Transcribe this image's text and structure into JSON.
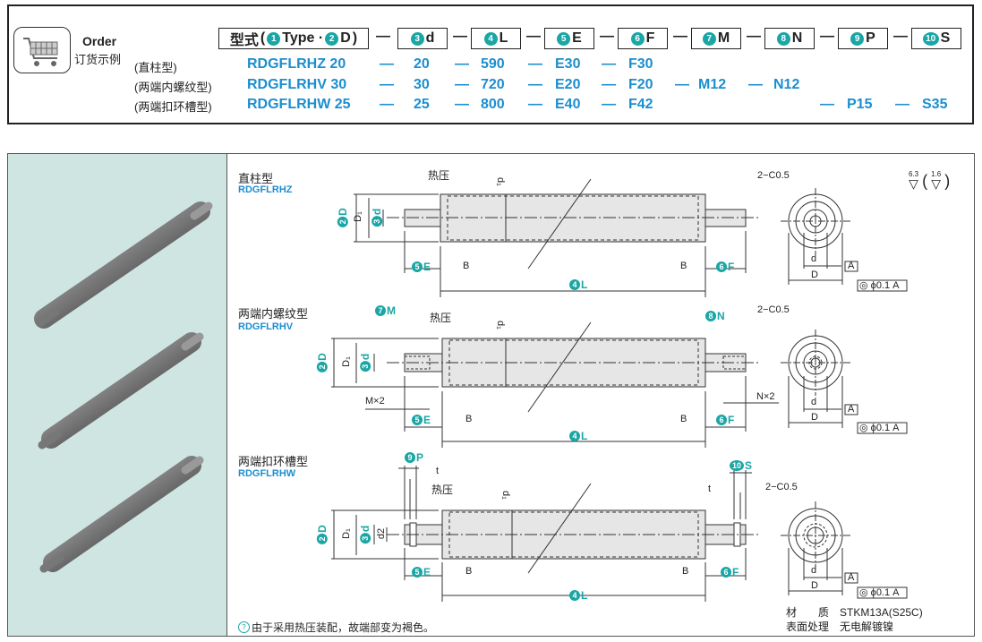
{
  "order": {
    "title": "Order",
    "subtitle": "订货示例",
    "format_label": "型式",
    "format_parts": {
      "type_d": {
        "n1": "1",
        "t1": "Type · ",
        "n2": "2",
        "t2": "D"
      },
      "d": {
        "n": "3",
        "t": "d"
      },
      "L": {
        "n": "4",
        "t": "L"
      },
      "E": {
        "n": "5",
        "t": "E"
      },
      "F": {
        "n": "6",
        "t": "F"
      },
      "M": {
        "n": "7",
        "t": "M"
      },
      "N": {
        "n": "8",
        "t": "N"
      },
      "P": {
        "n": "9",
        "t": "P"
      },
      "S": {
        "n": "10",
        "t": "S"
      }
    },
    "paren_open": "(",
    "paren_close": ")",
    "dash": "—",
    "examples": [
      {
        "label": "(直柱型)",
        "code": "RDGFLRHZ 20",
        "d": "20",
        "L": "590",
        "E": "E30",
        "F": "F30",
        "M": "",
        "N": "",
        "P": "",
        "S": ""
      },
      {
        "label": "(两端内螺纹型)",
        "code": "RDGFLRHV 30",
        "d": "30",
        "L": "720",
        "E": "E20",
        "F": "F20",
        "M": "M12",
        "N": "N12",
        "P": "",
        "S": ""
      },
      {
        "label": "(两端扣环槽型)",
        "code": "RDGFLRHW 25",
        "d": "25",
        "L": "800",
        "E": "E40",
        "F": "F42",
        "M": "",
        "N": "",
        "P": "P15",
        "S": "S35"
      }
    ]
  },
  "drawings": {
    "type_z": {
      "title": "直柱型",
      "code": "RDGFLRHZ"
    },
    "type_v": {
      "title": "两端内螺纹型",
      "code": "RDGFLRHV"
    },
    "type_w": {
      "title": "两端扣环槽型",
      "code": "RDGFLRHW"
    },
    "hot_press": "热压",
    "chamfer": "2−C0.5",
    "roughness_a": "6.3",
    "roughness_b": "1.6",
    "labels": {
      "D": "D",
      "D1": "D₁",
      "d": "d",
      "d1": "d₁",
      "d2": "d2",
      "B": "B",
      "t": "t",
      "L": "L",
      "E": "E",
      "F": "F",
      "M": "M",
      "N": "N",
      "P": "P",
      "S": "S",
      "Mx2": "M×2",
      "Nx2": "N×2",
      "datum": "A",
      "runout": "ϕ0.1"
    }
  },
  "material": {
    "material_label": "材　　质",
    "material_value": "STKM13A(S25C)",
    "surface_label": "表面处理",
    "surface_value": "无电解镀镍"
  },
  "note": "由于采用热压装配，故端部变为褐色。",
  "colors": {
    "accent": "#1aa6a5",
    "code_blue": "#1b8ecf",
    "panel_bg": "#cfe5e2"
  }
}
